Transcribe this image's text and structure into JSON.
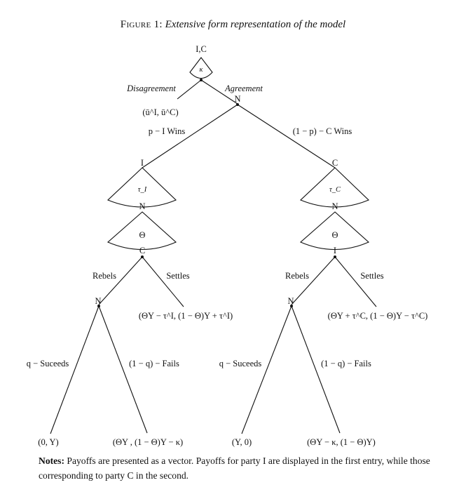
{
  "caption": {
    "figure_label": "Figure 1:",
    "title": "Extensive form representation of the model"
  },
  "root": {
    "label": "I,C",
    "info_set": "κ"
  },
  "top_branches": {
    "disagreement": "Disagreement",
    "disagreement_payoff": "(ū^I, ū^C)",
    "agreement": "Agreement",
    "nature_label": "N",
    "left_prob": "p − I Wins",
    "right_prob": "(1 − p) − C Wins"
  },
  "left_subtree": {
    "player": "I",
    "transfer_set": "τ_I",
    "nature_label": "N",
    "shock_set": "Θ",
    "responder": "C",
    "rebels": "Rebels",
    "settles": "Settles",
    "settle_payoff": "(ΘY − τ^I, (1 − Θ)Y + τ^I)",
    "war_nature": "N",
    "succeeds": "q − Suceeds",
    "fails": "(1 − q) − Fails",
    "success_payoff": "(0, Y)",
    "fail_payoff": "(ΘY , (1 − Θ)Y − κ)"
  },
  "right_subtree": {
    "player": "C",
    "transfer_set": "τ_C",
    "nature_label": "N",
    "shock_set": "Θ",
    "responder": "I",
    "rebels": "Rebels",
    "settles": "Settles",
    "settle_payoff": "(ΘY + τ^C, (1 − Θ)Y − τ^C)",
    "war_nature": "N",
    "succeeds": "q − Suceeds",
    "fails": "(1 − q) − Fails",
    "success_payoff": "(Y, 0)",
    "fail_payoff": "(ΘY − κ, (1 − Θ)Y)"
  },
  "notes": {
    "label": "Notes:",
    "text": "Payoffs are presented as a vector. Payoffs for party I are displayed in the first entry, while those corresponding to party C in the second."
  }
}
